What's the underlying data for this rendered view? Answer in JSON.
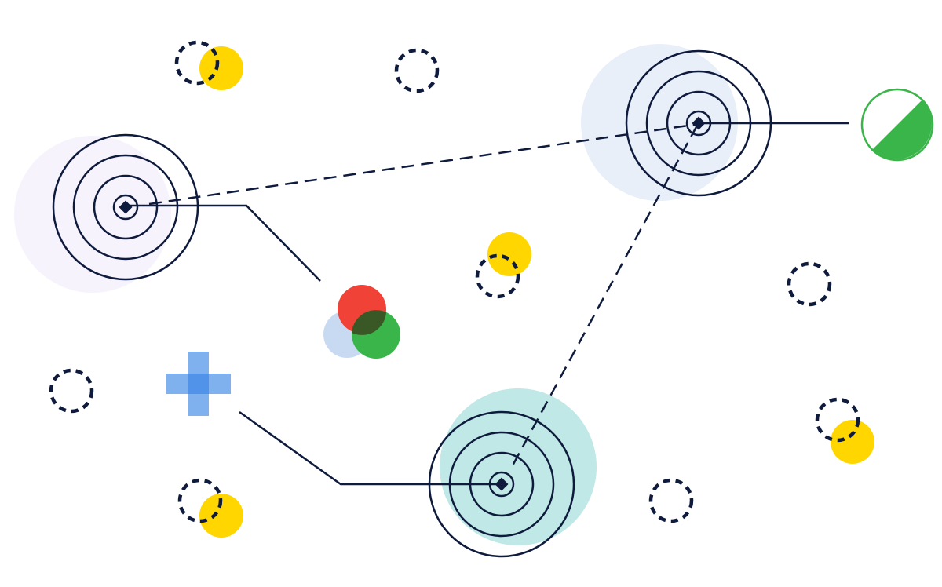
{
  "colors": {
    "navy": "#0f1b3d",
    "yellow": "#ffd600",
    "red": "#f04236",
    "green": "#3ab54a",
    "blue": "#4a90e8",
    "pale_blue": "#c8daf2",
    "halo_lavender": "#f6f3fc",
    "halo_blue": "#e8eff9",
    "halo_teal": "#bfe8e6",
    "background": "#ffffff"
  },
  "targets": [
    {
      "name": "target-left",
      "halo": "halo_lavender"
    },
    {
      "name": "target-top-right",
      "halo": "halo_blue"
    },
    {
      "name": "target-bottom",
      "halo": "halo_teal"
    }
  ],
  "icons": [
    "concentric-target-icon",
    "dashed-circle-icon",
    "yellow-dot-icon",
    "overlapping-circles-icon",
    "plus-cross-icon",
    "half-filled-circle-icon"
  ]
}
